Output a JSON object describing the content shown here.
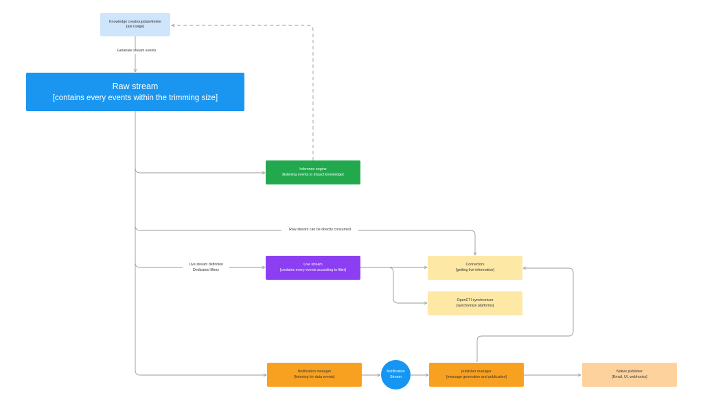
{
  "colors": {
    "knowledge": "#cfe5fb",
    "raw": "#1a96f0",
    "inference": "#22a94d",
    "live": "#8c3ff2",
    "consumer": "#fde8a6",
    "orange": "#f8a121",
    "native": "#fdd29c",
    "circle": "#1596f2",
    "line": "#9a9a9a"
  },
  "nodes": {
    "knowledge": {
      "line1": "Knowledge create/update/delete",
      "line2": "[api usage]"
    },
    "raw_stream": {
      "line1": "Raw stream",
      "line2": "[contains every events within the trimming size]"
    },
    "inference": {
      "line1": "Inference engine",
      "line2": "[listening events to impact knowledge]"
    },
    "live_stream": {
      "line1": "Live stream",
      "line2": "[contains every events according to filter]"
    },
    "connectors": {
      "line1": "Connectors",
      "line2": "[getting live information]"
    },
    "synchronizer": {
      "line1": "OpenCTI synchronizer",
      "line2": "[synchronize platforms]"
    },
    "notification_manager": {
      "line1": "Notification manager",
      "line2": "[listening for data events]"
    },
    "notification_stream": {
      "line1": "Notification",
      "line2": "Stream"
    },
    "publisher_manager": {
      "line1": "publisher manager",
      "line2": "[message generation and publication]"
    },
    "native_publisher": {
      "line1": "Native publisher",
      "line2": "[Email, UI, webhooks]"
    }
  },
  "edge_labels": {
    "generate": "Generate stream events",
    "direct": "Raw stream can be directly consumed",
    "live_def1": "Live stream definition",
    "live_def2": "Dedicated filters"
  }
}
